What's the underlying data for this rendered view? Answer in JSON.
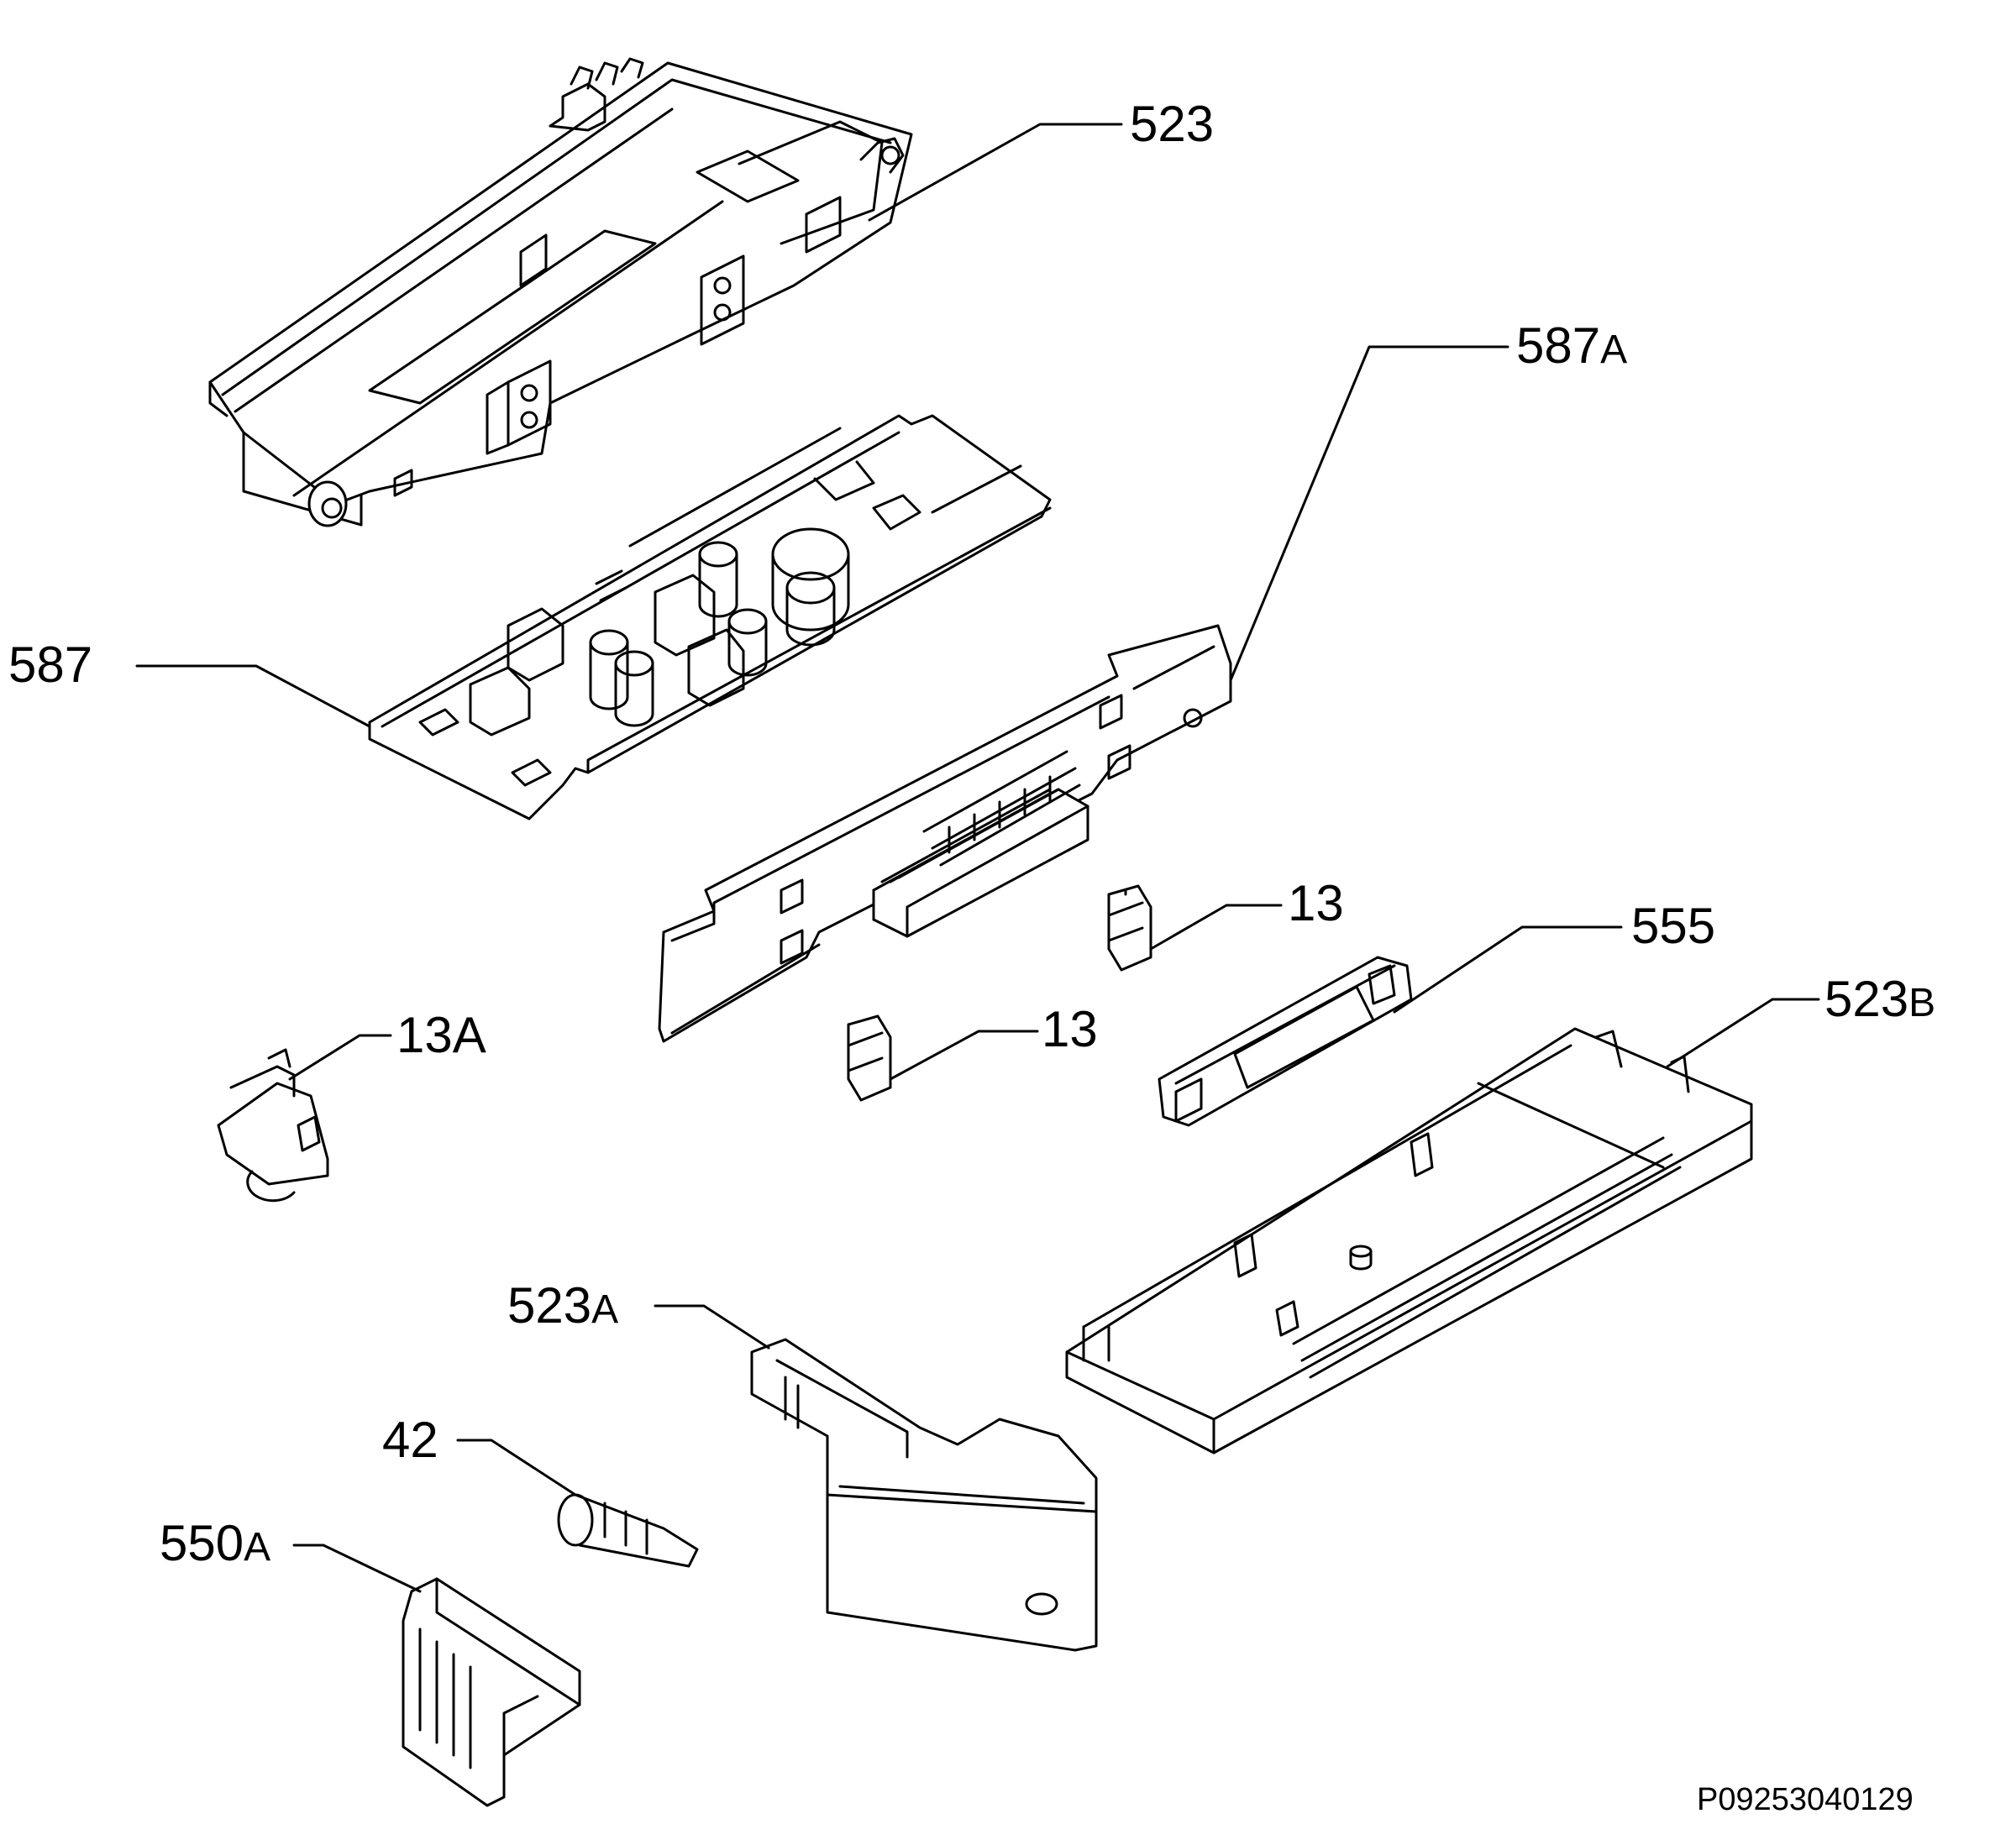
{
  "diagram": {
    "callouts": [
      {
        "id": "523",
        "num": "523",
        "suffix": ""
      },
      {
        "id": "587",
        "num": "587",
        "suffix": ""
      },
      {
        "id": "587A",
        "num": "587",
        "suffix": "A"
      },
      {
        "id": "13-upper",
        "num": "13",
        "suffix": ""
      },
      {
        "id": "555",
        "num": "555",
        "suffix": ""
      },
      {
        "id": "523B",
        "num": "523",
        "suffix": "B"
      },
      {
        "id": "13A",
        "num": "13A",
        "suffix": ""
      },
      {
        "id": "13-lower",
        "num": "13",
        "suffix": ""
      },
      {
        "id": "523A",
        "num": "523",
        "suffix": "A"
      },
      {
        "id": "42",
        "num": "42",
        "suffix": ""
      },
      {
        "id": "550A",
        "num": "550",
        "suffix": "A"
      }
    ],
    "reference": "P09253040129"
  }
}
